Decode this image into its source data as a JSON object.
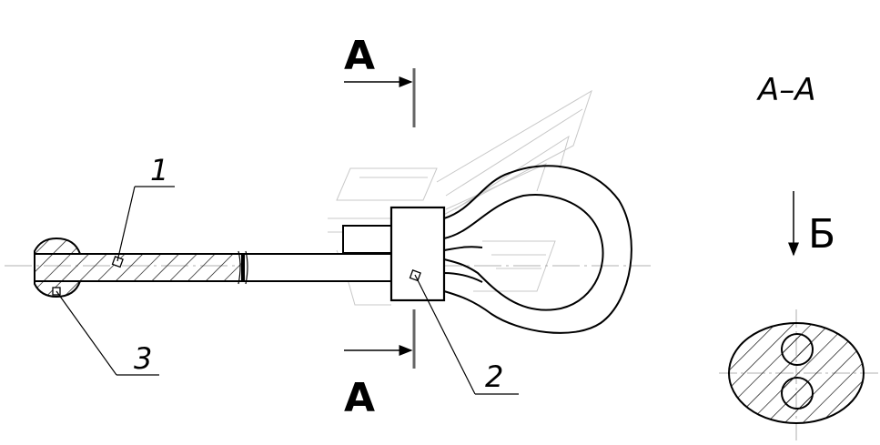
{
  "labels": {
    "section_top": "А",
    "section_bottom": "А",
    "part_1": "1",
    "part_2": "2",
    "part_3": "3",
    "section_title": "А–А",
    "view_arrow": "Б"
  }
}
